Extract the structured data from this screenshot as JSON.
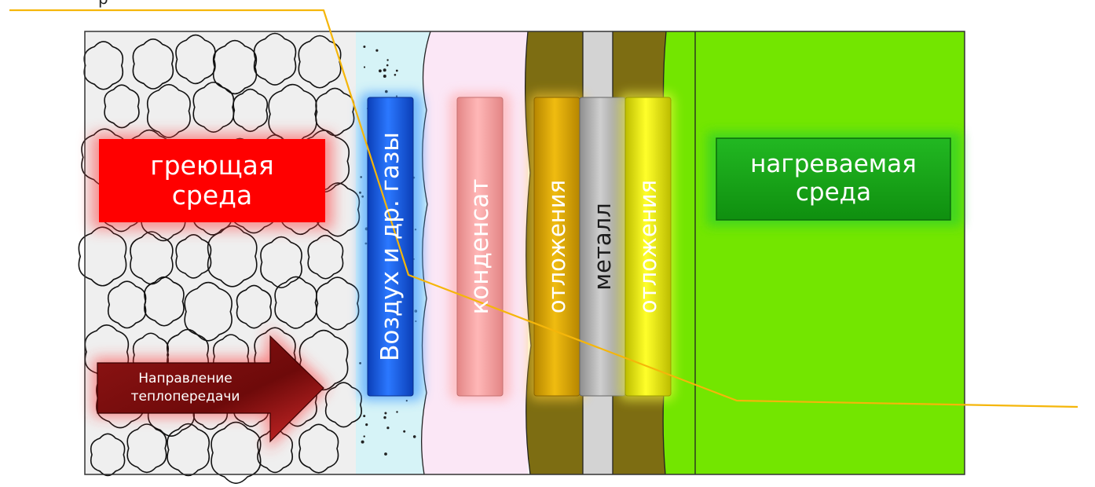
{
  "diagram": {
    "heating_medium": "греющая среда",
    "heating_medium_lines": [
      "греющая",
      "среда"
    ],
    "air_gases": "Воздух и др. газы",
    "condensate": "конденсат",
    "deposits_left": "отложения",
    "metal": "металл",
    "deposits_right": "отложения",
    "heated_medium_lines": [
      "нагреваемая",
      "среда"
    ],
    "heat_direction_lines": [
      "Направление",
      "теплопередачи"
    ],
    "top_caption": "р"
  },
  "colors": {
    "heating": "#ff0000",
    "air": "#1560ee",
    "air_zone": "#d6f3f7",
    "condensate": "#fca2a2",
    "condensate_zone": "#fbe7f6",
    "deposit_left": "#d6a400",
    "deposit_zone": "#7d6d12",
    "metal": "#b2b2b2",
    "metal_zone": "#d3d3d3",
    "deposit_right": "#e4e400",
    "heated_zone": "#73e600",
    "heated_label": "#14a414",
    "arrow": "#7d0c0c",
    "temperature_line": "#f5b60a"
  }
}
